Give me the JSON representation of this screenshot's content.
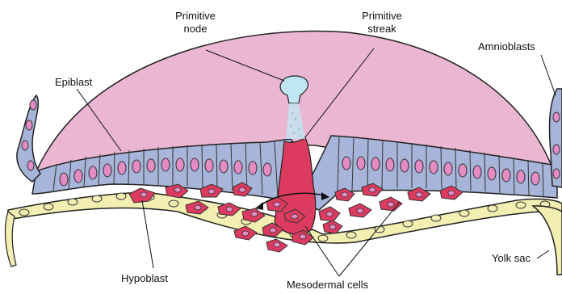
{
  "diagram": {
    "labels": {
      "primitive_node_1": "Primitive",
      "primitive_node_2": "node",
      "primitive_streak_1": "Primitive",
      "primitive_streak_2": "streak",
      "amnioblasts": "Amnioblasts",
      "epiblast": "Epiblast",
      "yolk_sac": "Yolk sac",
      "hypoblast": "Hypoblast",
      "mesodermal_cells": "Mesodermal cells"
    },
    "colors": {
      "amniotic_cavity": "#ebb6d1",
      "epiblast_cells": "#a6b5d9",
      "nuclei": "#e58cc5",
      "primitive_node": "#bfe6f2",
      "mesoderm": "#dc3a5e",
      "hypoblast": "#f3efb2",
      "outline": "#222222"
    }
  }
}
